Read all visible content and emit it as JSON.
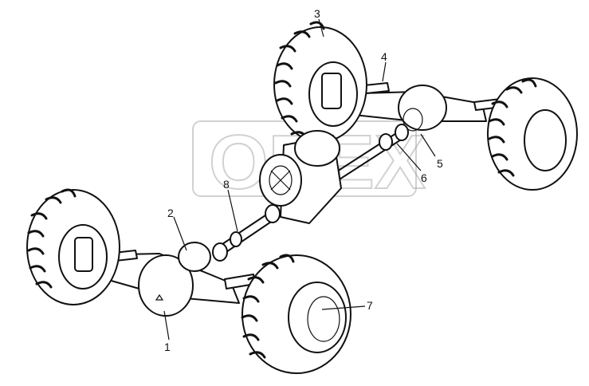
{
  "watermark": {
    "text": "OREX"
  },
  "callouts": [
    {
      "id": "1",
      "text": "1"
    },
    {
      "id": "2",
      "text": "2"
    },
    {
      "id": "3",
      "text": "3"
    },
    {
      "id": "4",
      "text": "4"
    },
    {
      "id": "5",
      "text": "5"
    },
    {
      "id": "6",
      "text": "6"
    },
    {
      "id": "7",
      "text": "7"
    },
    {
      "id": "8",
      "text": "8"
    }
  ]
}
